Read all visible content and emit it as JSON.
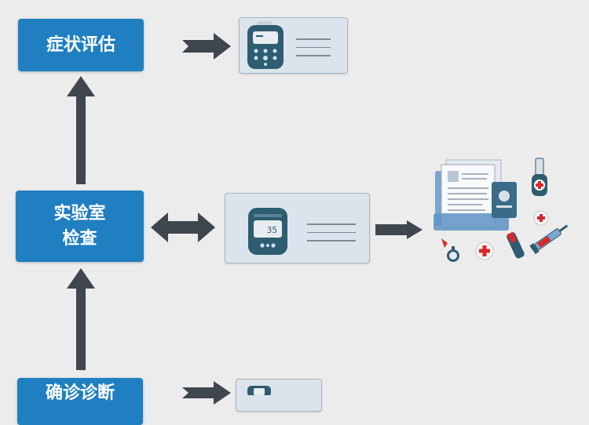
{
  "steps": {
    "symptom": "症状评估",
    "lab_line1": "实验室",
    "lab_line2": "检查",
    "bottom": "确诊诊断"
  },
  "meter_reading": "35",
  "colors": {
    "step_blue": "#1f7fc0",
    "arrow_gray": "#3f464d",
    "card_fill": "#dbe4ec",
    "device_teal": "#2e5c70",
    "medical_red": "#d42a2a"
  }
}
